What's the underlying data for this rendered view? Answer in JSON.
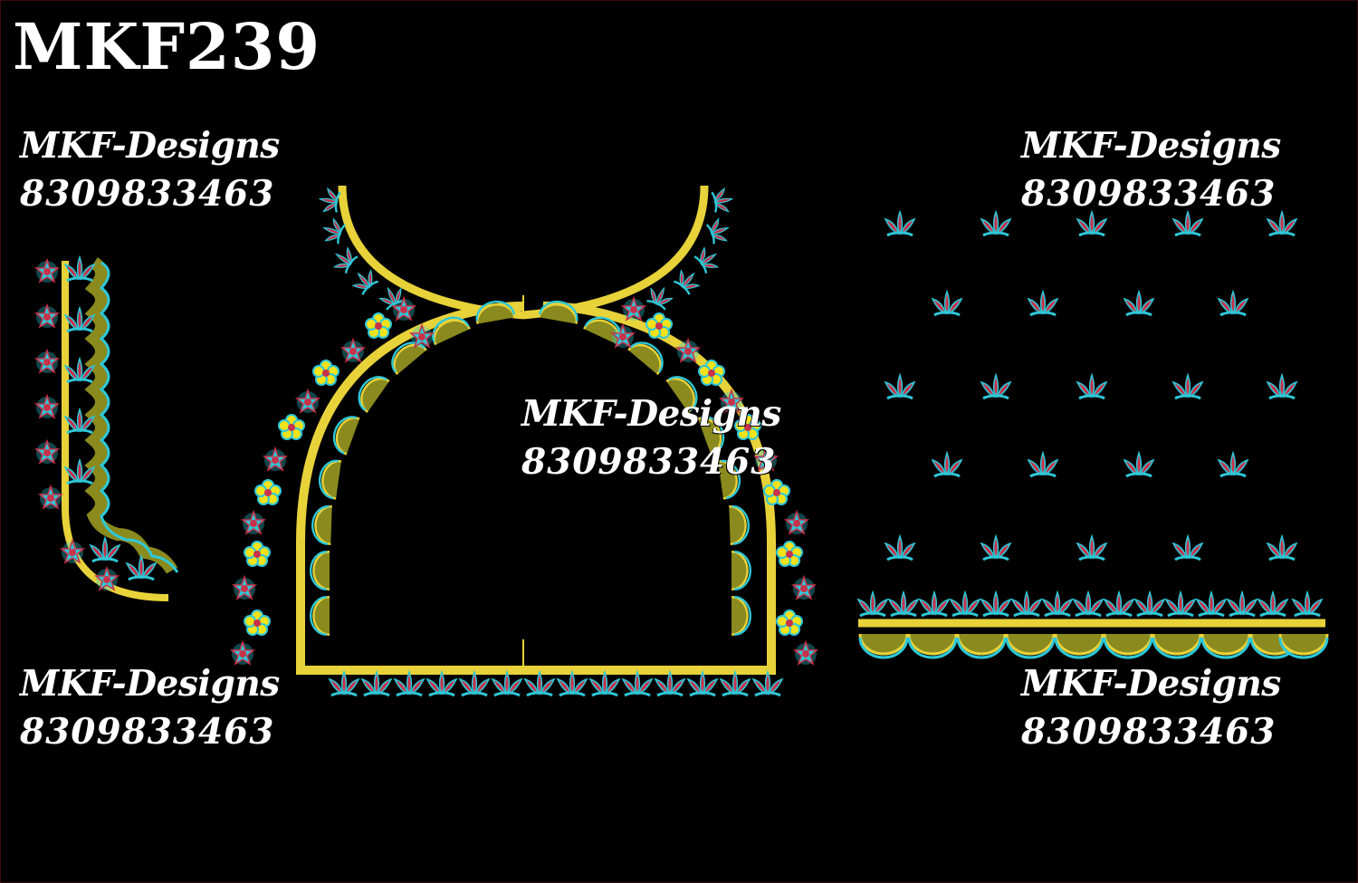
{
  "design_code": "MKF239",
  "watermarks": [
    {
      "brand": "MKF-Designs",
      "phone": "8309833463"
    },
    {
      "brand": "MKF-Designs",
      "phone": "8309833463"
    },
    {
      "brand": "MKF-Designs",
      "phone": "8309833463"
    },
    {
      "brand": "MKF-Designs",
      "phone": "8309833463"
    },
    {
      "brand": "MKF-Designs",
      "phone": "8309833463"
    }
  ],
  "colors": {
    "background": "#000000",
    "gold": "#e8d23a",
    "olive": "#8a8a1e",
    "aqua": "#2ec8d8",
    "red": "#c8324a",
    "yellow_flower": "#f4e21a",
    "text": "#ffffff"
  },
  "icons": {
    "motif": "lotus-bud-motif-icon",
    "flower": "yellow-flower-icon",
    "rosette": "aqua-rosette-icon"
  }
}
